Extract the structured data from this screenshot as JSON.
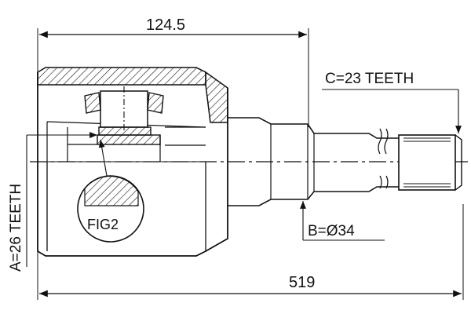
{
  "drawing": {
    "dim_top": "124.5",
    "dim_bottom": "519",
    "label_c": "C=23 TEETH",
    "label_b": "B=Ø34",
    "label_a": "A=26 TEETH",
    "fig_label": "FIG2"
  }
}
